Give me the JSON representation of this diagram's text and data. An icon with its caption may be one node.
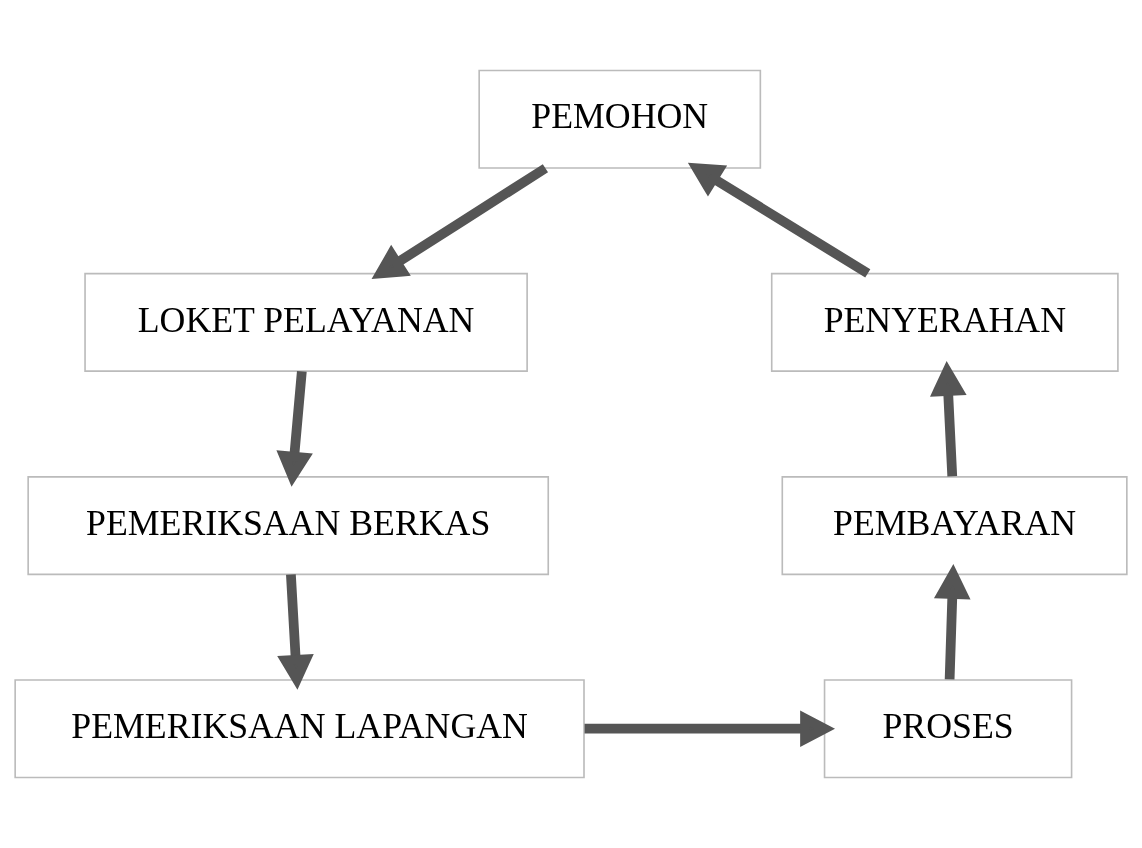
{
  "diagram": {
    "nodes": [
      {
        "text": [
          "PEMOHON"
        ]
      },
      {
        "text": [
          "LOKET PELAYANAN"
        ]
      },
      {
        "text": [
          "PEMERIKSAAN BERKAS"
        ]
      },
      {
        "text": [
          "PEMERIKSAAN LAPANGAN"
        ]
      },
      {
        "text": [
          "PROSES"
        ]
      },
      {
        "text": [
          "PEMBAYARAN"
        ]
      },
      {
        "text": [
          "PENYERAHAN"
        ]
      }
    ],
    "edges": [
      {
        "from": 0,
        "to": 1,
        "arrow": "to"
      },
      {
        "from": 1,
        "to": 2,
        "arrow": "to"
      },
      {
        "from": 2,
        "to": 3,
        "arrow": "to"
      },
      {
        "from": 3,
        "to": 4,
        "arrow": "to"
      },
      {
        "from": 4,
        "to": 5,
        "arrow": "to"
      },
      {
        "from": 5,
        "to": 6,
        "arrow": "to"
      },
      {
        "from": 6,
        "to": 0,
        "arrow": "to"
      }
    ]
  }
}
